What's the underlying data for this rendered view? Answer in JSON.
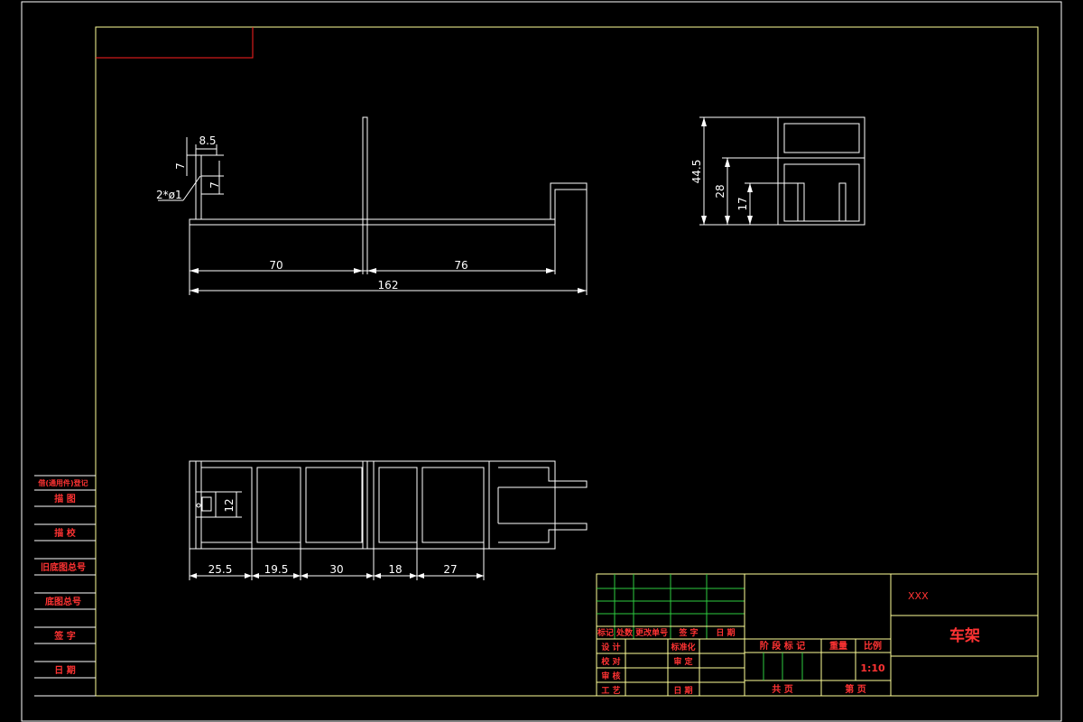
{
  "drawing": {
    "part_name": "车架",
    "drawing_code": "XXX",
    "scale": "1:10",
    "colors": {
      "background": "#000000",
      "frame": "#ffff99",
      "geometry": "#ffffff",
      "title_text": "#ff3333",
      "grid": "#2ecc40"
    }
  },
  "front_view": {
    "dims": {
      "d8_5": "8.5",
      "d7a": "7",
      "d7b": "7",
      "holes": "2*ø1",
      "d70": "70",
      "d76": "76",
      "d162": "162"
    }
  },
  "side_view": {
    "dims": {
      "h44_5": "44.5",
      "h28": "28",
      "h17": "17"
    }
  },
  "top_view": {
    "dims": {
      "d12": "12",
      "d25_5": "25.5",
      "d19_5": "19.5",
      "d30": "30",
      "d18": "18",
      "d27": "27"
    }
  },
  "left_column": {
    "labels": [
      "借(通用件)登记",
      "描 图",
      "描 校",
      "旧底图总号",
      "底图总号",
      "签 字",
      "日 期"
    ]
  },
  "revision_block": {
    "headers": [
      "标记",
      "处数",
      "更改单号",
      "签 字",
      "日 期"
    ]
  },
  "sign_block": {
    "rows": [
      {
        "left": "设 计",
        "mid": "标准化"
      },
      {
        "left": "校 对",
        "mid": "审 定"
      },
      {
        "left": "审 核",
        "mid": ""
      },
      {
        "left": "工 艺",
        "mid": "日 期"
      }
    ]
  },
  "title_block": {
    "stage_label": "阶 段 标 记",
    "weight_label": "重量",
    "scale_label": "比例",
    "total_pages": "共   页",
    "page_no": "第   页"
  }
}
